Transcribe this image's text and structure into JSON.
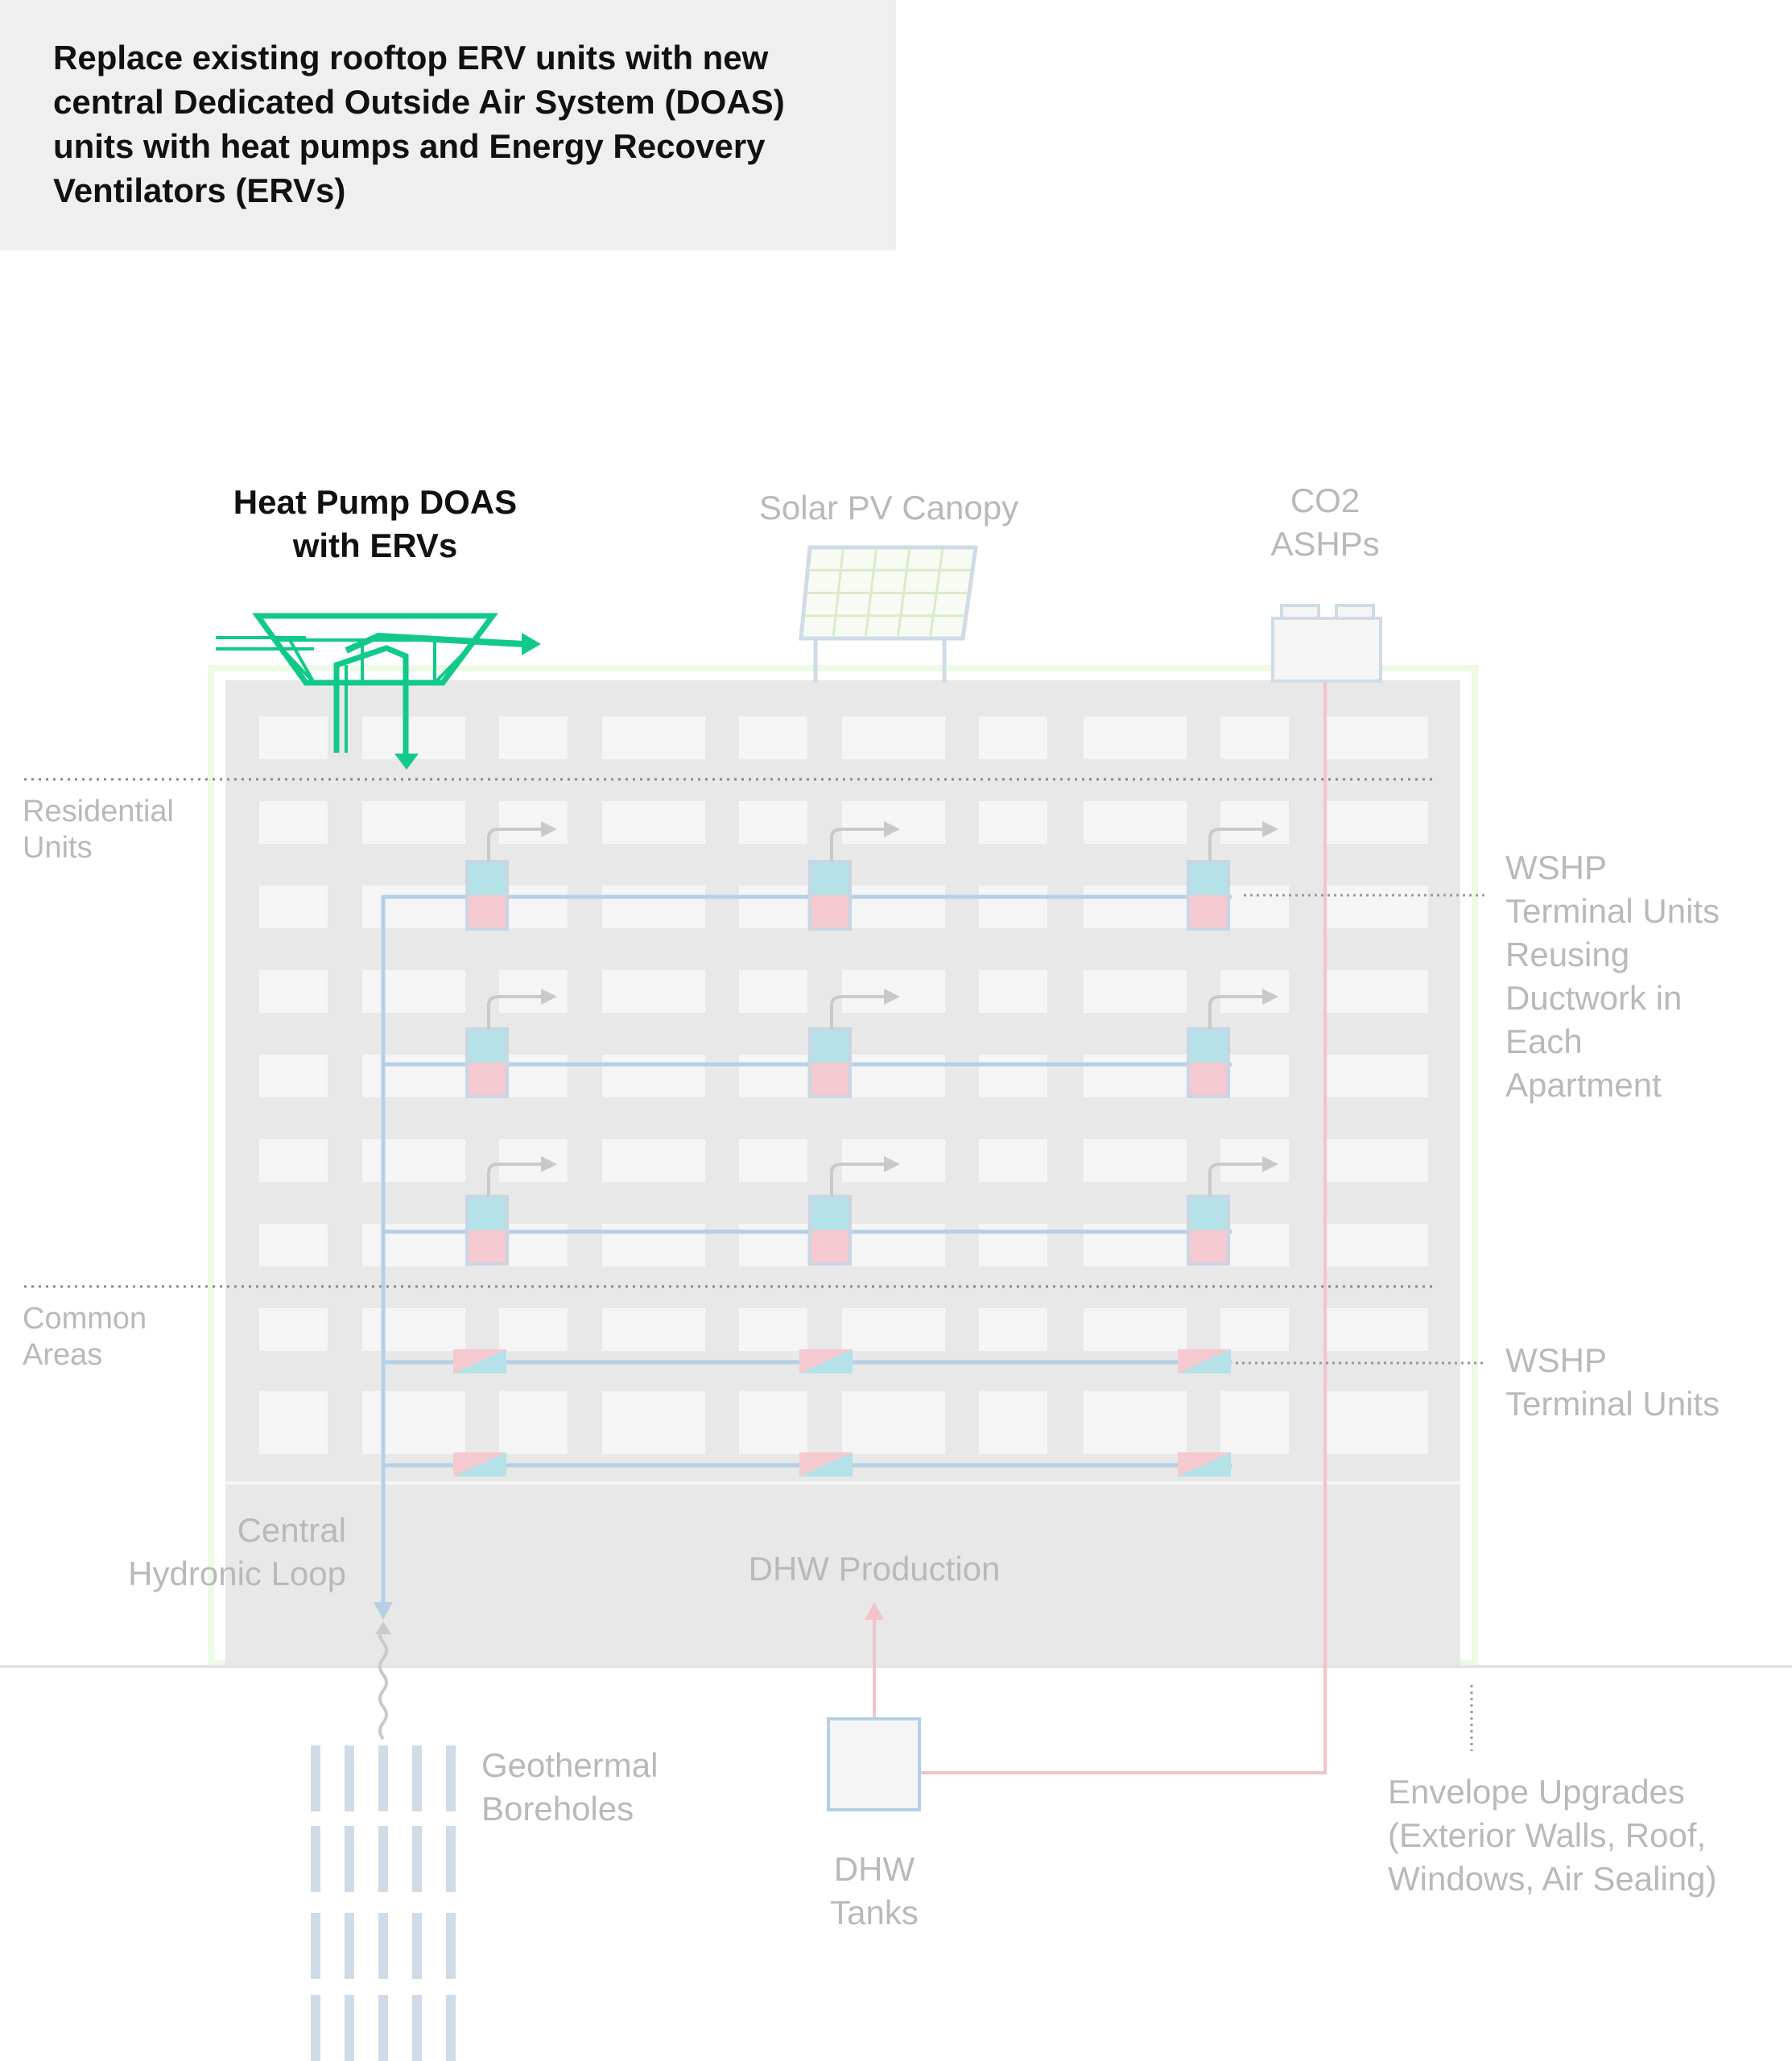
{
  "caption": {
    "lines": [
      "Replace existing rooftop ERV units with new",
      "central Dedicated Outside Air System (DOAS)",
      "units with heat pumps and Energy Recovery",
      "Ventilators (ERVs)"
    ]
  },
  "labels": {
    "doas": [
      "Heat Pump DOAS",
      "with ERVs"
    ],
    "solar": [
      "Solar PV Canopy"
    ],
    "co2": [
      "CO2",
      "ASHPs"
    ],
    "residential": [
      "Residential",
      "Units"
    ],
    "common": [
      "Common",
      "Areas"
    ],
    "wshp_reuse": [
      "WSHP",
      "Terminal Units",
      "Reusing",
      "Ductwork in",
      "Each",
      "Apartment"
    ],
    "wshp": [
      "WSHP",
      "Terminal Units"
    ],
    "hydronic": [
      "Central",
      "Hydronic Loop"
    ],
    "dhw_production": [
      "DHW Production"
    ],
    "geothermal": [
      "Geothermal",
      "Boreholes"
    ],
    "dhw_tanks": [
      "DHW",
      "Tanks"
    ],
    "envelope": [
      "Envelope Upgrades",
      "(Exterior Walls, Roof,",
      "Windows, Air Sealing)"
    ]
  },
  "colors": {
    "highlight": "#12c98a",
    "faded_text": "#b9b9b9",
    "dark_text": "#111111",
    "building": "#e8e8e8",
    "window": "#f5f5f5",
    "loop_blue": "#b5d0e6",
    "hot_red": "#f3c3ca",
    "envelope_green": "#ecfae6",
    "unit_blue": "#b5e1e8",
    "unit_pink": "#f4c9d0"
  }
}
